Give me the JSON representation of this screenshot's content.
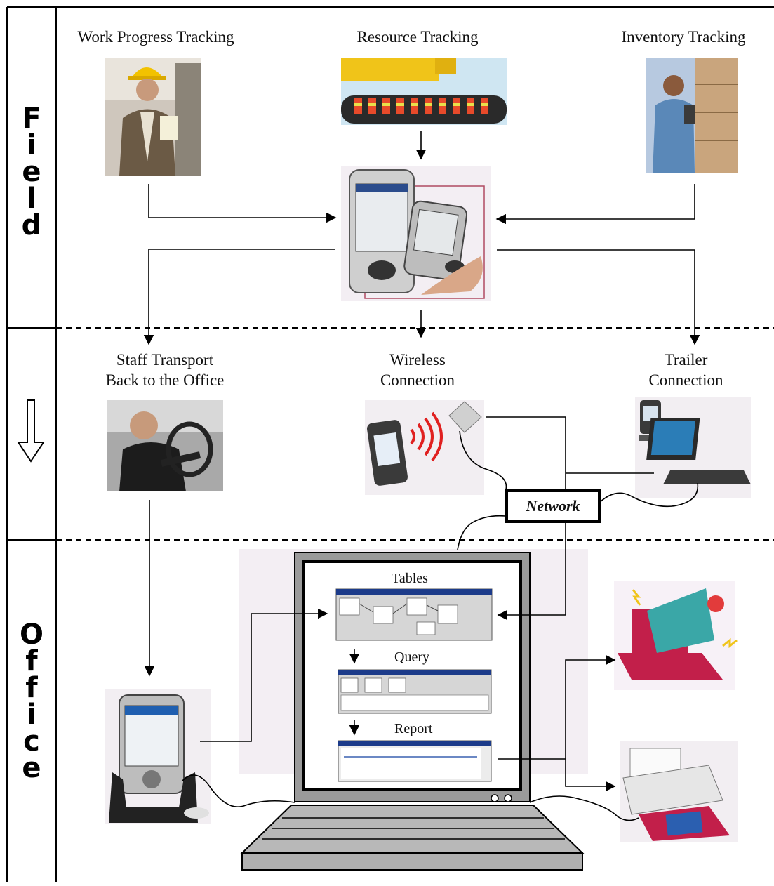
{
  "sections": {
    "field": [
      "F",
      "i",
      "e",
      "l",
      "d"
    ],
    "office": [
      "O",
      "f",
      "f",
      "i",
      "c",
      "e"
    ]
  },
  "field": {
    "work_progress": "Work Progress Tracking",
    "resource": "Resource Tracking",
    "inventory": "Inventory Tracking"
  },
  "transfer": {
    "staff_line1": "Staff Transport",
    "staff_line2": "Back to the Office",
    "wireless_line1": "Wireless",
    "wireless_line2": "Connection",
    "trailer_line1": "Trailer",
    "trailer_line2": "Connection"
  },
  "network": "Network",
  "office": {
    "tables": "Tables",
    "query": "Query",
    "report": "Report"
  },
  "colors": {
    "line": "#000000",
    "photo_bg": "#e8e2ea",
    "hardhat": "#f2c200",
    "crane": "#f0c419",
    "monitor": "#9a9a9a",
    "email_screen": "#3aa7a7",
    "printer": "#e6e6e6"
  }
}
